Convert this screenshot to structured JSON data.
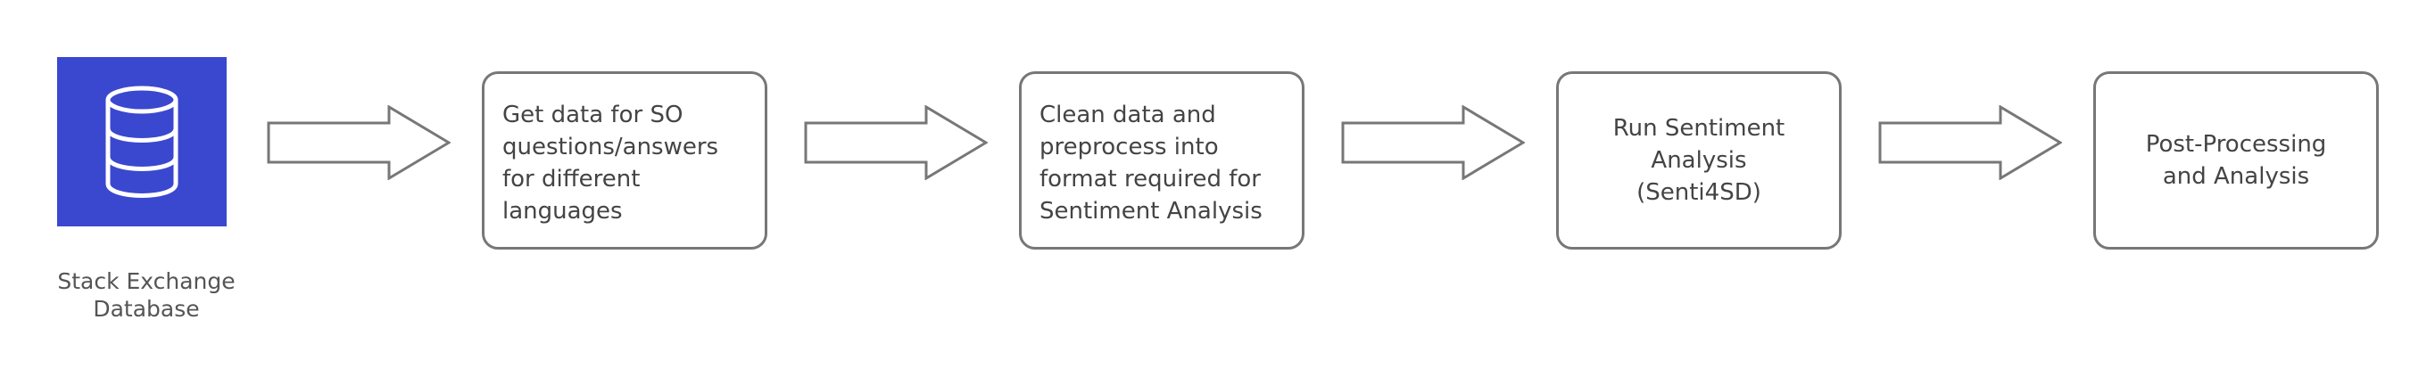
{
  "source": {
    "icon": "database-icon",
    "label": "Stack Exchange\nDatabase",
    "color": "#3a48cf"
  },
  "steps": [
    {
      "text": "Get data for SO\nquestions/answers\nfor different\nlanguages"
    },
    {
      "text": "Clean data and\npreprocess into\nformat required for\nSentiment Analysis"
    },
    {
      "text": "Run Sentiment\nAnalysis\n(Senti4SD)"
    },
    {
      "text": "Post-Processing\nand Analysis"
    }
  ],
  "colors": {
    "stroke": "#777777",
    "text": "#444444"
  }
}
